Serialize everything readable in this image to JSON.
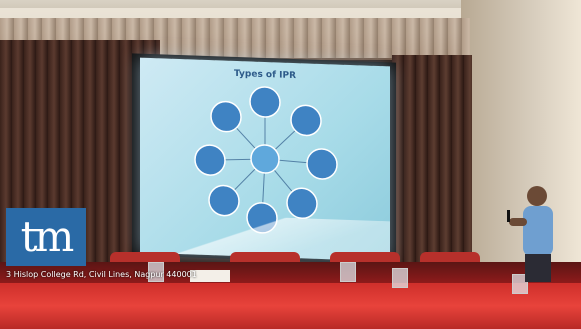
{
  "slide": {
    "title": "Types of IPR"
  },
  "watermark": {
    "logo_text": "tm",
    "address": "3 Hislop College Rd, Civil Lines, Nagpur 440001"
  },
  "colors": {
    "slide_background": "#a7dbe8",
    "node_fill": "#3f83c3",
    "center_fill": "#5fa8dc",
    "tablecloth": "#e8433b",
    "logo_bg": "#2a6aa6"
  }
}
